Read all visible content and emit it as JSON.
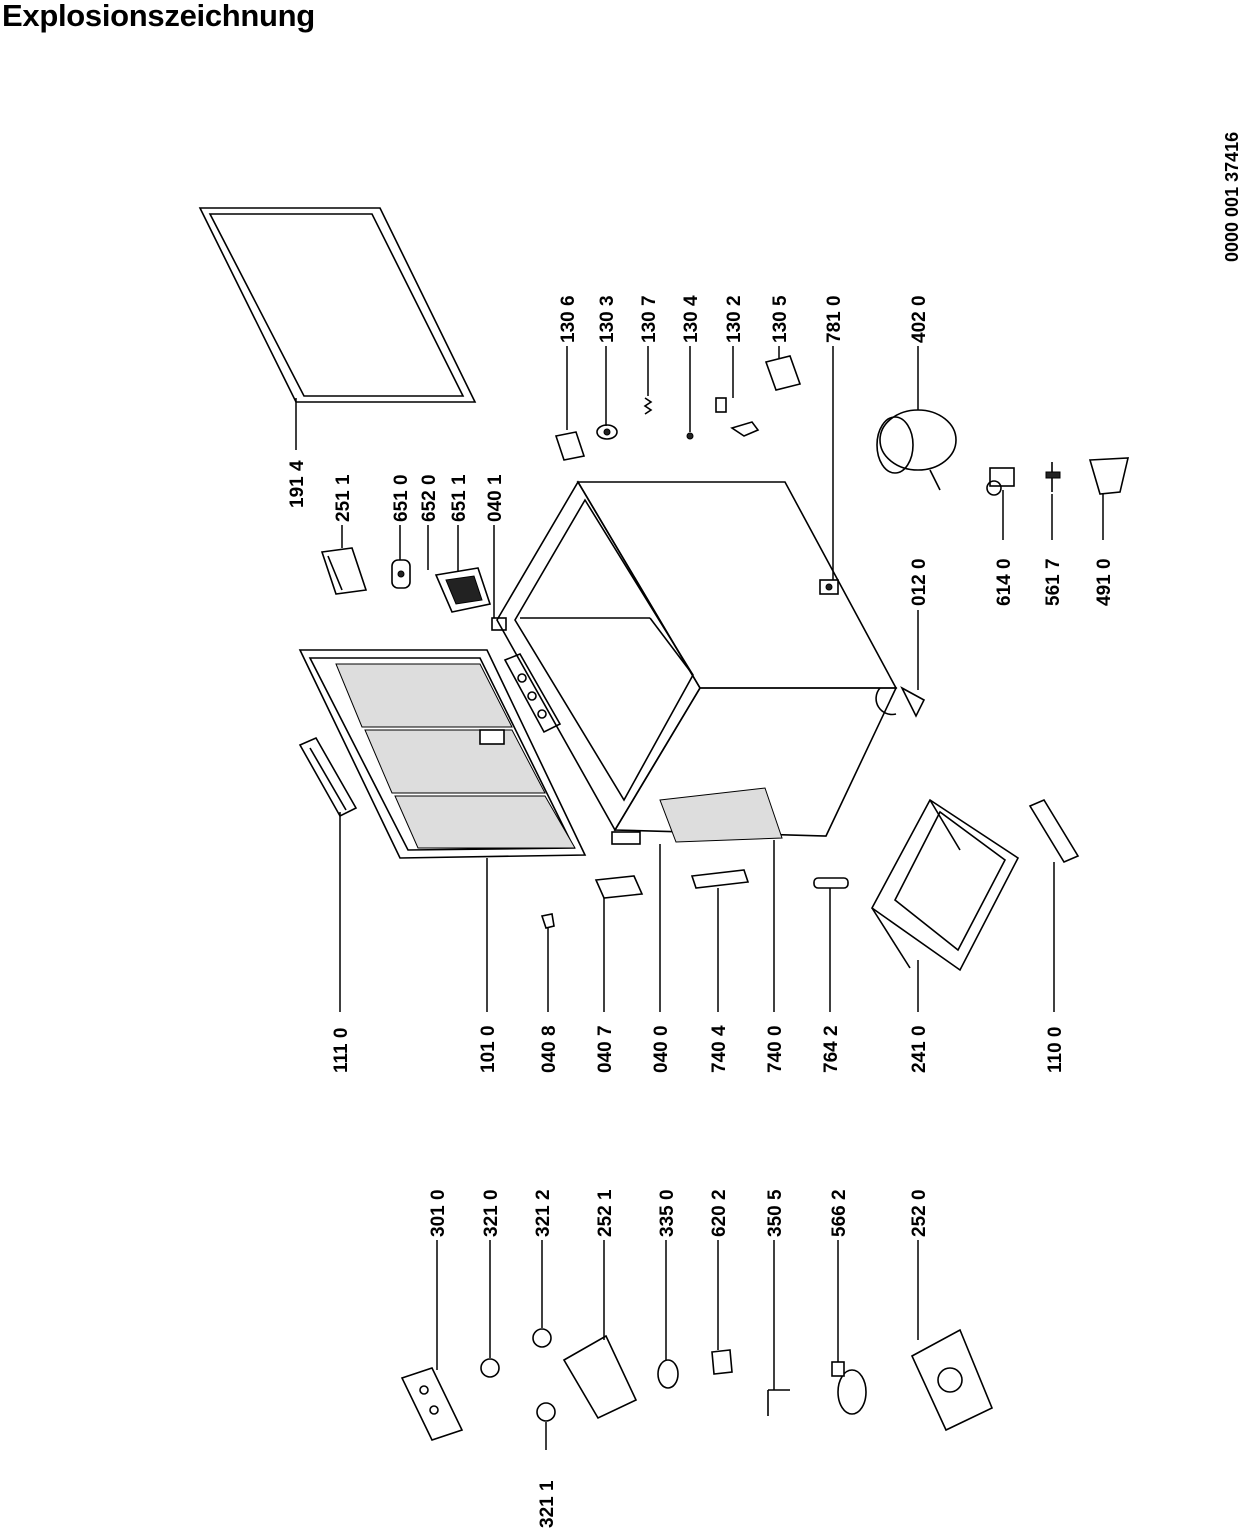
{
  "title": "Explosionszeichnung",
  "doc_number": "0000 001 37416",
  "labels": [
    {
      "id": "191-4",
      "text": "191 4"
    },
    {
      "id": "251-1",
      "text": "251 1"
    },
    {
      "id": "651-0",
      "text": "651 0"
    },
    {
      "id": "652-0",
      "text": "652 0"
    },
    {
      "id": "651-1",
      "text": "651 1"
    },
    {
      "id": "040-1",
      "text": "040 1"
    },
    {
      "id": "130-6",
      "text": "130 6"
    },
    {
      "id": "130-3",
      "text": "130 3"
    },
    {
      "id": "130-7",
      "text": "130 7"
    },
    {
      "id": "130-4",
      "text": "130 4"
    },
    {
      "id": "130-2",
      "text": "130 2"
    },
    {
      "id": "130-5",
      "text": "130 5"
    },
    {
      "id": "781-0",
      "text": "781 0"
    },
    {
      "id": "402-0",
      "text": "402 0"
    },
    {
      "id": "012-0",
      "text": "012 0"
    },
    {
      "id": "614-0",
      "text": "614 0"
    },
    {
      "id": "561-7",
      "text": "561 7"
    },
    {
      "id": "491-0",
      "text": "491 0"
    },
    {
      "id": "111-0",
      "text": "111 0"
    },
    {
      "id": "101-0",
      "text": "101 0"
    },
    {
      "id": "040-8",
      "text": "040 8"
    },
    {
      "id": "040-7",
      "text": "040 7"
    },
    {
      "id": "040-0",
      "text": "040 0"
    },
    {
      "id": "740-4",
      "text": "740 4"
    },
    {
      "id": "740-0",
      "text": "740 0"
    },
    {
      "id": "764-2",
      "text": "764 2"
    },
    {
      "id": "241-0",
      "text": "241 0"
    },
    {
      "id": "110-0",
      "text": "110 0"
    },
    {
      "id": "301-0",
      "text": "301 0"
    },
    {
      "id": "321-0",
      "text": "321 0"
    },
    {
      "id": "321-2",
      "text": "321 2"
    },
    {
      "id": "252-1",
      "text": "252 1"
    },
    {
      "id": "335-0",
      "text": "335 0"
    },
    {
      "id": "620-2",
      "text": "620 2"
    },
    {
      "id": "350-5",
      "text": "350 5"
    },
    {
      "id": "566-2",
      "text": "566 2"
    },
    {
      "id": "252-0",
      "text": "252 0"
    },
    {
      "id": "321-1",
      "text": "321 1"
    }
  ]
}
